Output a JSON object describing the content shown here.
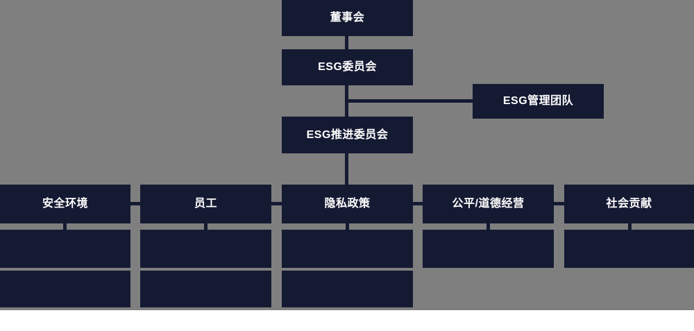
{
  "diagram": {
    "title_nodes": {
      "board": "董事会",
      "esg_committee": "ESG委员会",
      "esg_management_team": "ESG管理团队",
      "esg_promotion_committee": "ESG推进委员会"
    },
    "pillars": [
      {
        "label": "安全环境",
        "sub_count": 2
      },
      {
        "label": "员工",
        "sub_count": 2
      },
      {
        "label": "隐私政策",
        "sub_count": 2
      },
      {
        "label": "公平/道德经营",
        "sub_count": 1
      },
      {
        "label": "社会贡献",
        "sub_count": 1
      }
    ],
    "sub_boxes": {
      "col1_row1": "",
      "col1_row2": "",
      "col2_row1": "",
      "col2_row2": "",
      "col3_row1": "",
      "col3_row2": "",
      "col4_row1": "",
      "col5_row1": ""
    },
    "colors": {
      "box_fill": "#151a33",
      "background": "#7f7f7f",
      "text": "#ffffff",
      "connector": "#151a33",
      "page": "#ffffff"
    }
  }
}
